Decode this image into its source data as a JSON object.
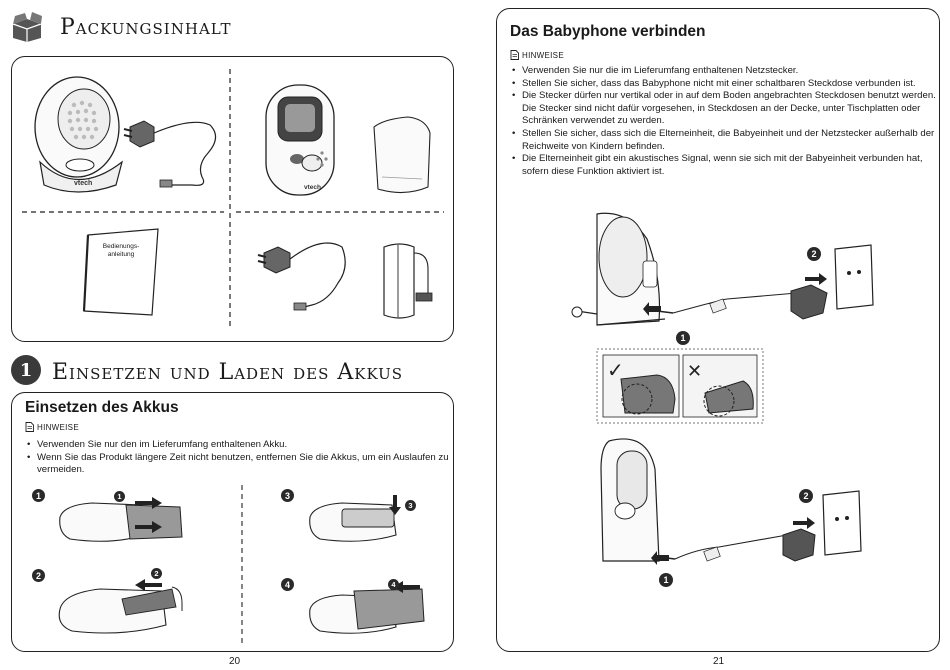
{
  "left": {
    "title": "Packungsinhalt",
    "manual_label": "Bedienungs-\nanleitung",
    "section_number": "1",
    "section_title": "Einsetzen und Laden des Akkus",
    "sub_title": "Einsetzen des Akkus",
    "notes_label": "HINWEISE",
    "notes": [
      "Verwenden Sie nur den im Lieferumfang enthaltenen Akku.",
      "Wenn Sie das Produkt längere Zeit nicht benutzen, entfernen Sie die Akkus, um ein Auslaufen zu vermeiden."
    ],
    "steps": [
      "1",
      "2",
      "3",
      "4"
    ],
    "callouts": [
      "1",
      "2",
      "3",
      "4"
    ],
    "page_number": "20"
  },
  "right": {
    "title": "Das Babyphone verbinden",
    "notes_label": "HINWEISE",
    "notes": [
      "Verwenden Sie nur die im Lieferumfang enthaltenen Netzstecker.",
      "Stellen Sie sicher, dass das Babyphone nicht mit einer schaltbaren Steckdose verbunden ist.",
      "Die Stecker dürfen nur vertikal oder in auf dem Boden angebrachten Steckdosen benutzt werden. Die Stecker sind nicht dafür vorgesehen, in Steckdosen an der Decke, unter Tischplatten oder Schränken verwendet zu werden.",
      "Stellen Sie sicher, dass sich die Elterneinheit, die Babyeinheit und der Netzstecker außerhalb der Reichweite von Kindern befinden.",
      "Die Elterneinheit gibt ein akustisches Signal, wenn sie sich mit der Babyeinheit verbunden hat, sofern diese Funktion aktiviert ist."
    ],
    "callouts": [
      "2",
      "1",
      "2",
      "1"
    ],
    "check_mark": "✓",
    "cross_mark": "✕",
    "page_number": "21"
  },
  "brand_label": "vtech"
}
